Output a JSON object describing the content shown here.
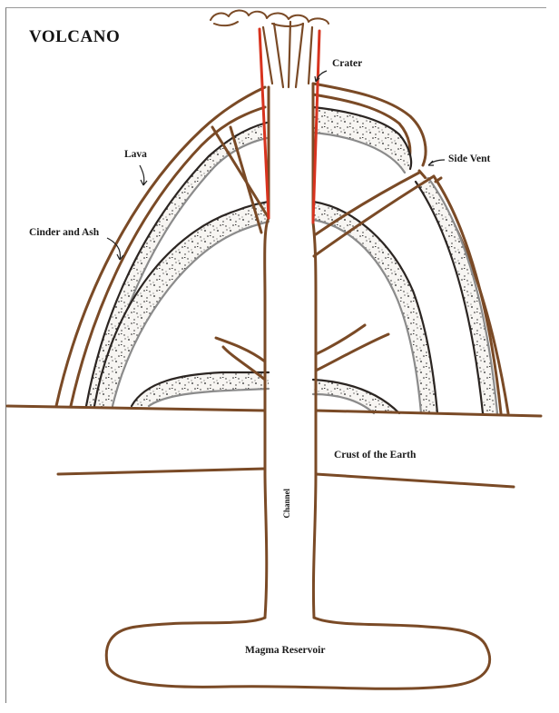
{
  "diagram": {
    "title": "VOLCANO",
    "labels": {
      "crater": "Crater",
      "lava": "Lava",
      "side_vent": "Side Vent",
      "cinder_and_ash": "Cinder and Ash",
      "crust": "Crust of the Earth",
      "channel": "Channel",
      "magma_reservoir": "Magma Reservoir"
    },
    "colors": {
      "outline": "#7a4a26",
      "crater_lines": "#d8331e",
      "ash_layer": "#2b2522",
      "background": "#ffffff"
    }
  }
}
